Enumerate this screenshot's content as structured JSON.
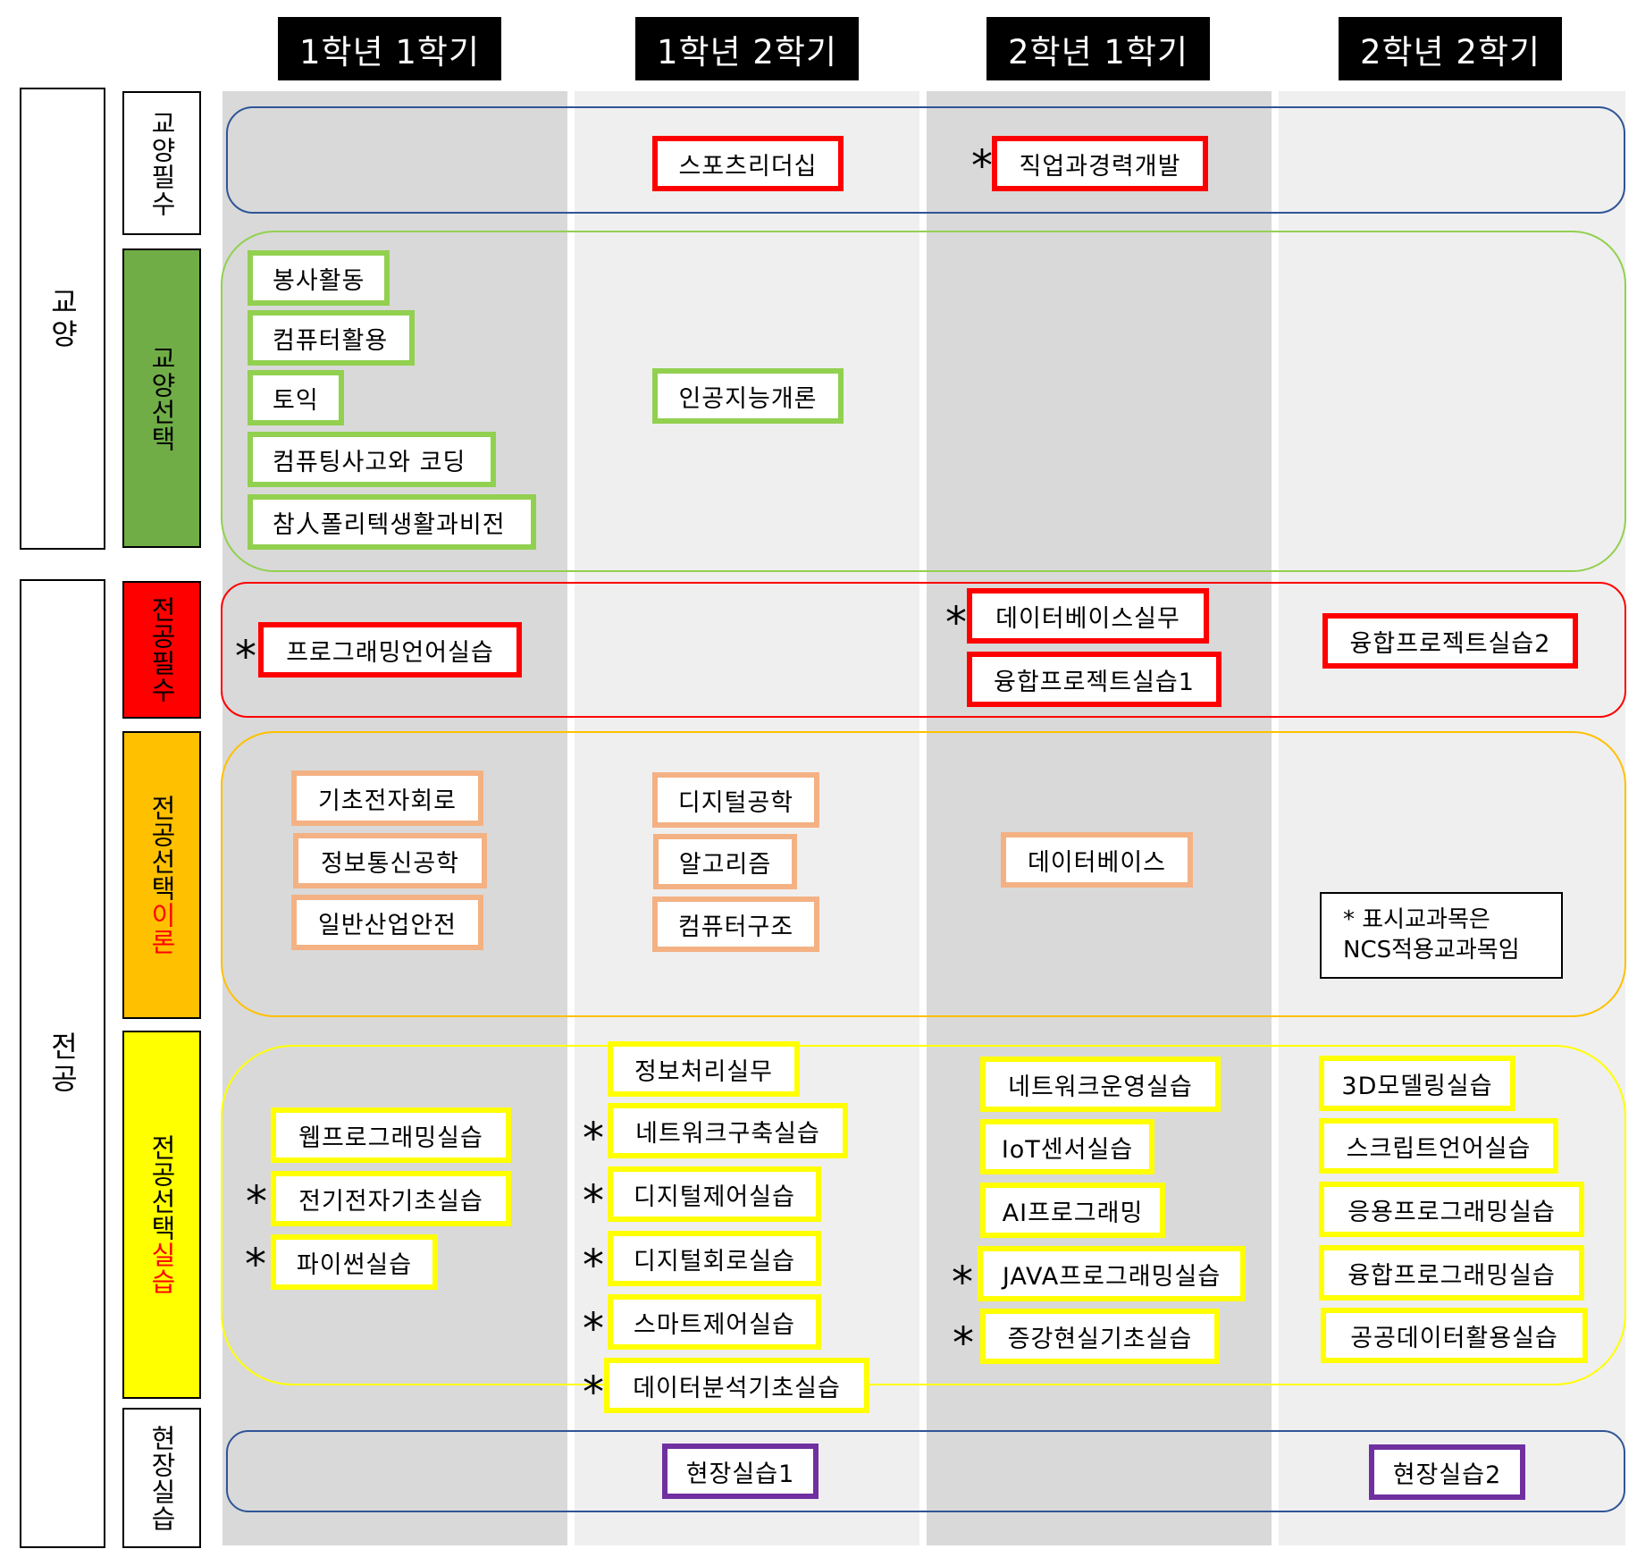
{
  "semesters": [
    "1학년 1학기",
    "1학년 2학기",
    "2학년 1학기",
    "2학년 2학기"
  ],
  "groups": {
    "general": "교양",
    "major": "전공"
  },
  "categories": {
    "general_required": "교양필수",
    "general_elective": "교양선택",
    "major_required": "전공필수",
    "major_theory_prefix": "전공선택 ",
    "major_theory_suffix": "이론",
    "major_practice_prefix": "전공선택 ",
    "major_practice_suffix": "실습",
    "field_practice": "현장실습"
  },
  "courses": {
    "general_required": {
      "sem2": [
        "스포츠리더십"
      ],
      "sem3": [
        "직업과경력개발"
      ]
    },
    "general_elective": {
      "sem1": [
        "봉사활동",
        "컴퓨터활용",
        "토익",
        "컴퓨팅사고와 코딩",
        "참人폴리텍생활과비전"
      ],
      "sem2": [
        "인공지능개론"
      ]
    },
    "major_required": {
      "sem1": [
        "프로그래밍언어실습"
      ],
      "sem3": [
        "데이터베이스실무",
        "융합프로젝트실습1"
      ],
      "sem4": [
        "융합프로젝트실습2"
      ]
    },
    "major_theory": {
      "sem1": [
        "기초전자회로",
        "정보통신공학",
        "일반산업안전"
      ],
      "sem2": [
        "디지털공학",
        "알고리즘",
        "컴퓨터구조"
      ],
      "sem3": [
        "데이터베이스"
      ]
    },
    "major_practice": {
      "sem1": [
        "웹프로그래밍실습",
        "전기전자기초실습",
        "파이썬실습"
      ],
      "sem2": [
        "정보처리실무",
        "네트워크구축실습",
        "디지털제어실습",
        "디지털회로실습",
        "스마트제어실습",
        "데이터분석기초실습"
      ],
      "sem3": [
        "네트워크운영실습",
        "IoT센서실습",
        "AI프로그래밍",
        "JAVA프로그래밍실습",
        "증강현실기초실습"
      ],
      "sem4": [
        "3D모델링실습",
        "스크립트언어실습",
        "응용프로그래밍실습",
        "융합프로그래밍실습",
        "공공데이터활용실습"
      ]
    },
    "field_practice": {
      "sem2": [
        "현장실습1"
      ],
      "sem4": [
        "현장실습2"
      ]
    }
  },
  "ncs_marker": "*",
  "note": {
    "line1": "* 표시교과목은",
    "line2": "NCS적용교과목임"
  },
  "colors": {
    "header_bg": "#000000",
    "general_required": "#2f5597",
    "general_elective": "#70ad47",
    "major_required": "#ff0000",
    "major_theory": "#ffc000",
    "major_practice": "#ffff00",
    "field_practice": "#7030a0"
  }
}
